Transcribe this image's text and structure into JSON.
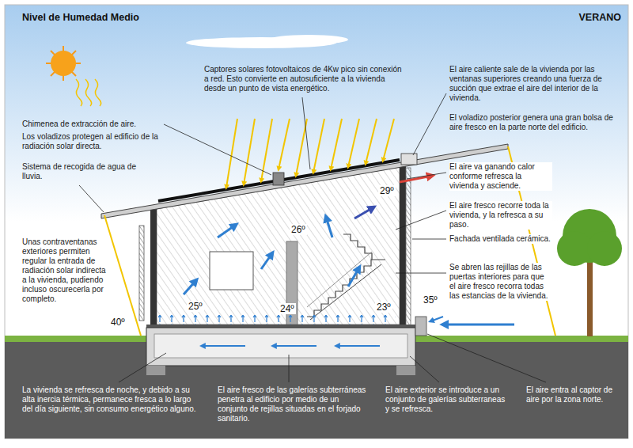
{
  "diagram": {
    "title": "Nivel de Humedad Medio",
    "labels": [
      "VERANO",
      "Captores solares fotovoltaicos de 4Kw pico sin conexión a red. Esto convierte en autosuficiente a la vivienda desde un punto de vista energético.",
      "Chimenea de extracción de aire.",
      "Los voladizos protegen al edificio de la radiación solar directa.",
      "Sistema de recogida de agua de lluvia.",
      "Unas contraventanas exteriores permiten regular la entrada de radiación solar indirecta a la vivienda, pudiendo incluso oscurecerla por completo.",
      "40º",
      "El aire caliente sale de la vivienda por las ventanas superiores creando una fuerza de succión que extrae el aire del interior de la vivienda.",
      "El voladizo posterior genera una gran bolsa de aire fresco en la parte norte del edificio.",
      "El aire va ganando calor conforme refresca la vivienda y asciende.",
      "El aire fresco recorre toda la vivienda, y la refresca a su paso.",
      "Fachada ventilada cerámica.",
      "Se abren las rejillas de las puertas interiores para que el aire fresco recorra todas las estancias de la vivienda.",
      "29º",
      "26º",
      "25º",
      "24º",
      "23º",
      "35º",
      "La vivienda se refresca de noche, y debido a su alta inercia térmica, permanece fresca a lo largo del día siguiente, sin consumo energético alguno.",
      "El aire fresco de las galerías subterráneas penetra al edificio por medio de un conjunto de rejillas situadas en el forjado sanitario.",
      "El aire exterior se introduce a un conjunto de galerías subterraneas y se refresca.",
      "El aire entra al captor de aire por la zona norte."
    ]
  }
}
